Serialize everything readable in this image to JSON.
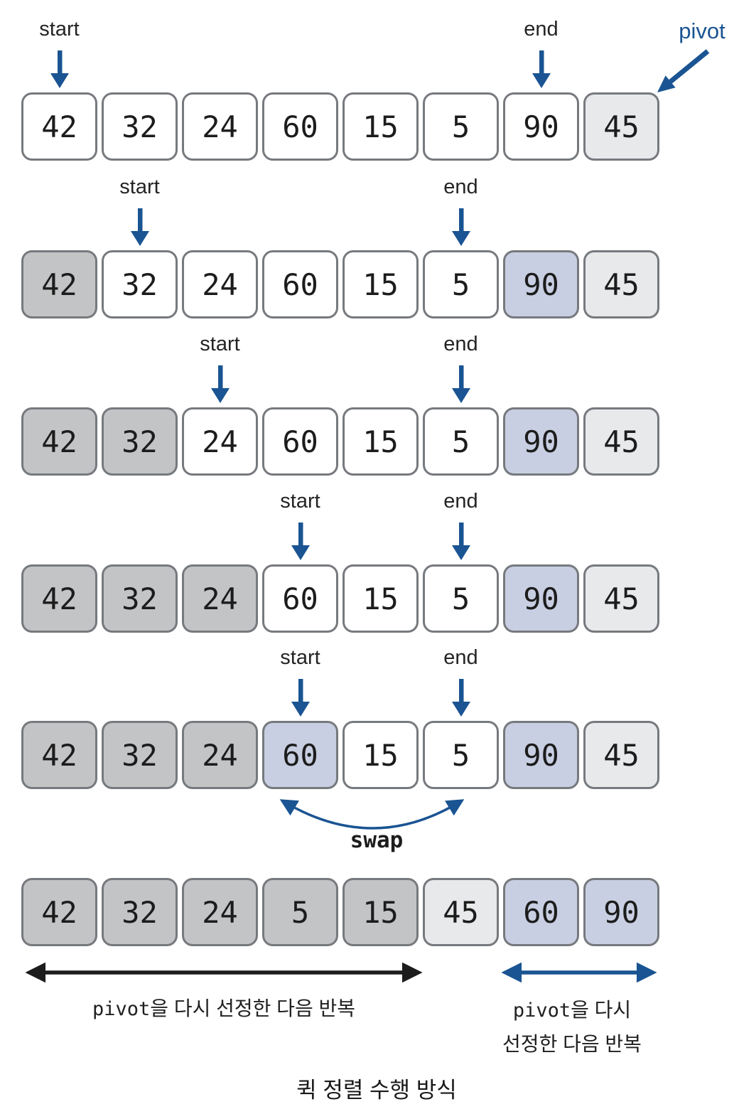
{
  "title": "퀵 정렬 수행 방식",
  "labels": {
    "start": "start",
    "end": "end",
    "pivot": "pivot",
    "swap": "swap"
  },
  "colors": {
    "arrow_blue": "#1a5492",
    "ink": "#1c1c1c",
    "box_border": "#76797d",
    "fill_white": "#ffffff",
    "fill_gray": "#c3c4c6",
    "fill_blue": "#c9cfe2",
    "fill_light": "#e7e9ea"
  },
  "steps": [
    {
      "values": [
        "42",
        "32",
        "24",
        "60",
        "15",
        "5",
        "90",
        "45"
      ],
      "fills": [
        "white",
        "white",
        "white",
        "white",
        "white",
        "white",
        "white",
        "light"
      ],
      "start_index": 0,
      "end_index": 6,
      "pivot_index": 7
    },
    {
      "values": [
        "42",
        "32",
        "24",
        "60",
        "15",
        "5",
        "90",
        "45"
      ],
      "fills": [
        "gray",
        "white",
        "white",
        "white",
        "white",
        "white",
        "blue",
        "light"
      ],
      "start_index": 1,
      "end_index": 5
    },
    {
      "values": [
        "42",
        "32",
        "24",
        "60",
        "15",
        "5",
        "90",
        "45"
      ],
      "fills": [
        "gray",
        "gray",
        "white",
        "white",
        "white",
        "white",
        "blue",
        "light"
      ],
      "start_index": 2,
      "end_index": 5
    },
    {
      "values": [
        "42",
        "32",
        "24",
        "60",
        "15",
        "5",
        "90",
        "45"
      ],
      "fills": [
        "gray",
        "gray",
        "gray",
        "white",
        "white",
        "white",
        "blue",
        "light"
      ],
      "start_index": 3,
      "end_index": 5
    },
    {
      "values": [
        "42",
        "32",
        "24",
        "60",
        "15",
        "5",
        "90",
        "45"
      ],
      "fills": [
        "gray",
        "gray",
        "gray",
        "blue",
        "white",
        "white",
        "blue",
        "light"
      ],
      "start_index": 3,
      "end_index": 5,
      "swap_between": [
        3,
        5
      ]
    },
    {
      "values": [
        "42",
        "32",
        "24",
        "5",
        "15",
        "45",
        "60",
        "90"
      ],
      "fills": [
        "gray",
        "gray",
        "gray",
        "gray",
        "gray",
        "light",
        "blue",
        "blue"
      ]
    }
  ],
  "annotations": {
    "left": {
      "code": "pivot",
      "rest": "을 다시 선정한 다음 반복"
    },
    "right": {
      "code": "pivot",
      "rest": "을 다시",
      "line2": "선정한 다음 반복"
    }
  }
}
